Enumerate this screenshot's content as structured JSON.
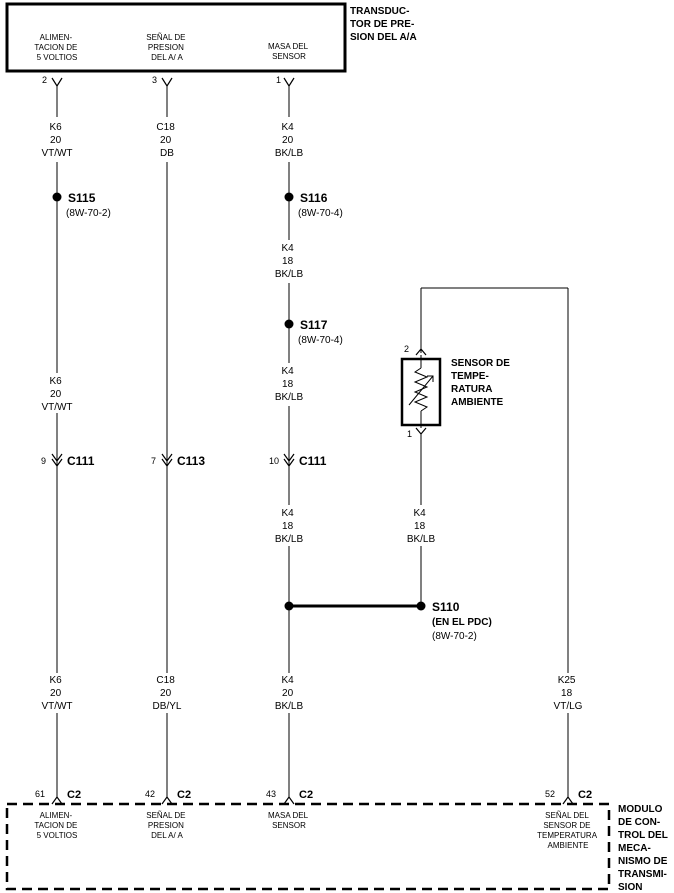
{
  "top_component": {
    "name": [
      "TRANSDUC-",
      "TOR DE PRE-",
      "SION DEL A/A"
    ],
    "pins": [
      {
        "label": [
          "ALIMEN-",
          "TACION DE",
          "5 VOLTIOS"
        ],
        "num": "2"
      },
      {
        "label": [
          "SEÑAL DE",
          "PRESION",
          "DEL A/ A"
        ],
        "num": "3"
      },
      {
        "label": [
          "MASA DEL",
          "SENSOR"
        ],
        "num": "1"
      }
    ]
  },
  "wires": {
    "k6_top": [
      "K6",
      "20",
      "VT/WT"
    ],
    "c18_top": [
      "C18",
      "20",
      "DB"
    ],
    "k4_top": [
      "K4",
      "20",
      "BK/LB"
    ],
    "k4_mid1": [
      "K4",
      "18",
      "BK/LB"
    ],
    "k4_mid2": [
      "K4",
      "18",
      "BK/LB"
    ],
    "k6_mid": [
      "K6",
      "20",
      "VT/WT"
    ],
    "k4_low": [
      "K4",
      "18",
      "BK/LB"
    ],
    "k4_sensor": [
      "K4",
      "18",
      "BK/LB"
    ],
    "k6_bot": [
      "K6",
      "20",
      "VT/WT"
    ],
    "c18_bot": [
      "C18",
      "20",
      "DB/YL"
    ],
    "k4_bot": [
      "K4",
      "20",
      "BK/LB"
    ],
    "k25_bot": [
      "K25",
      "18",
      "VT/LG"
    ]
  },
  "splices": {
    "s115": {
      "name": "S115",
      "ref": "(8W-70-2)"
    },
    "s116": {
      "name": "S116",
      "ref": "(8W-70-4)"
    },
    "s117": {
      "name": "S117",
      "ref": "(8W-70-4)"
    },
    "s110": {
      "name": "S110",
      "sub": "(EN EL PDC)",
      "ref": "(8W-70-2)"
    }
  },
  "connectors": {
    "c111a": {
      "pin": "9",
      "name": "C111"
    },
    "c113": {
      "pin": "7",
      "name": "C113"
    },
    "c111b": {
      "pin": "10",
      "name": "C111"
    }
  },
  "sensor": {
    "name": [
      "SENSOR DE",
      "TEMPE-",
      "RATURA",
      "AMBIENTE"
    ],
    "pin_top": "2",
    "pin_bottom": "1"
  },
  "bottom_component": {
    "name": [
      "MODULO",
      "DE CON-",
      "TROL DEL",
      "MECA-",
      "NISMO DE",
      "TRANSMI-",
      "SION"
    ],
    "connectors": [
      {
        "pin": "61",
        "name": "C2",
        "label": [
          "ALIMEN-",
          "TACION DE",
          "5 VOLTIOS"
        ]
      },
      {
        "pin": "42",
        "name": "C2",
        "label": [
          "SEÑAL DE",
          "PRESION",
          "DEL A/ A"
        ]
      },
      {
        "pin": "43",
        "name": "C2",
        "label": [
          "MASA DEL",
          "SENSOR"
        ]
      },
      {
        "pin": "52",
        "name": "C2",
        "label": [
          "SEÑAL DEL",
          "SENSOR DE",
          "TEMPERATURA",
          "AMBIENTE"
        ]
      }
    ]
  }
}
